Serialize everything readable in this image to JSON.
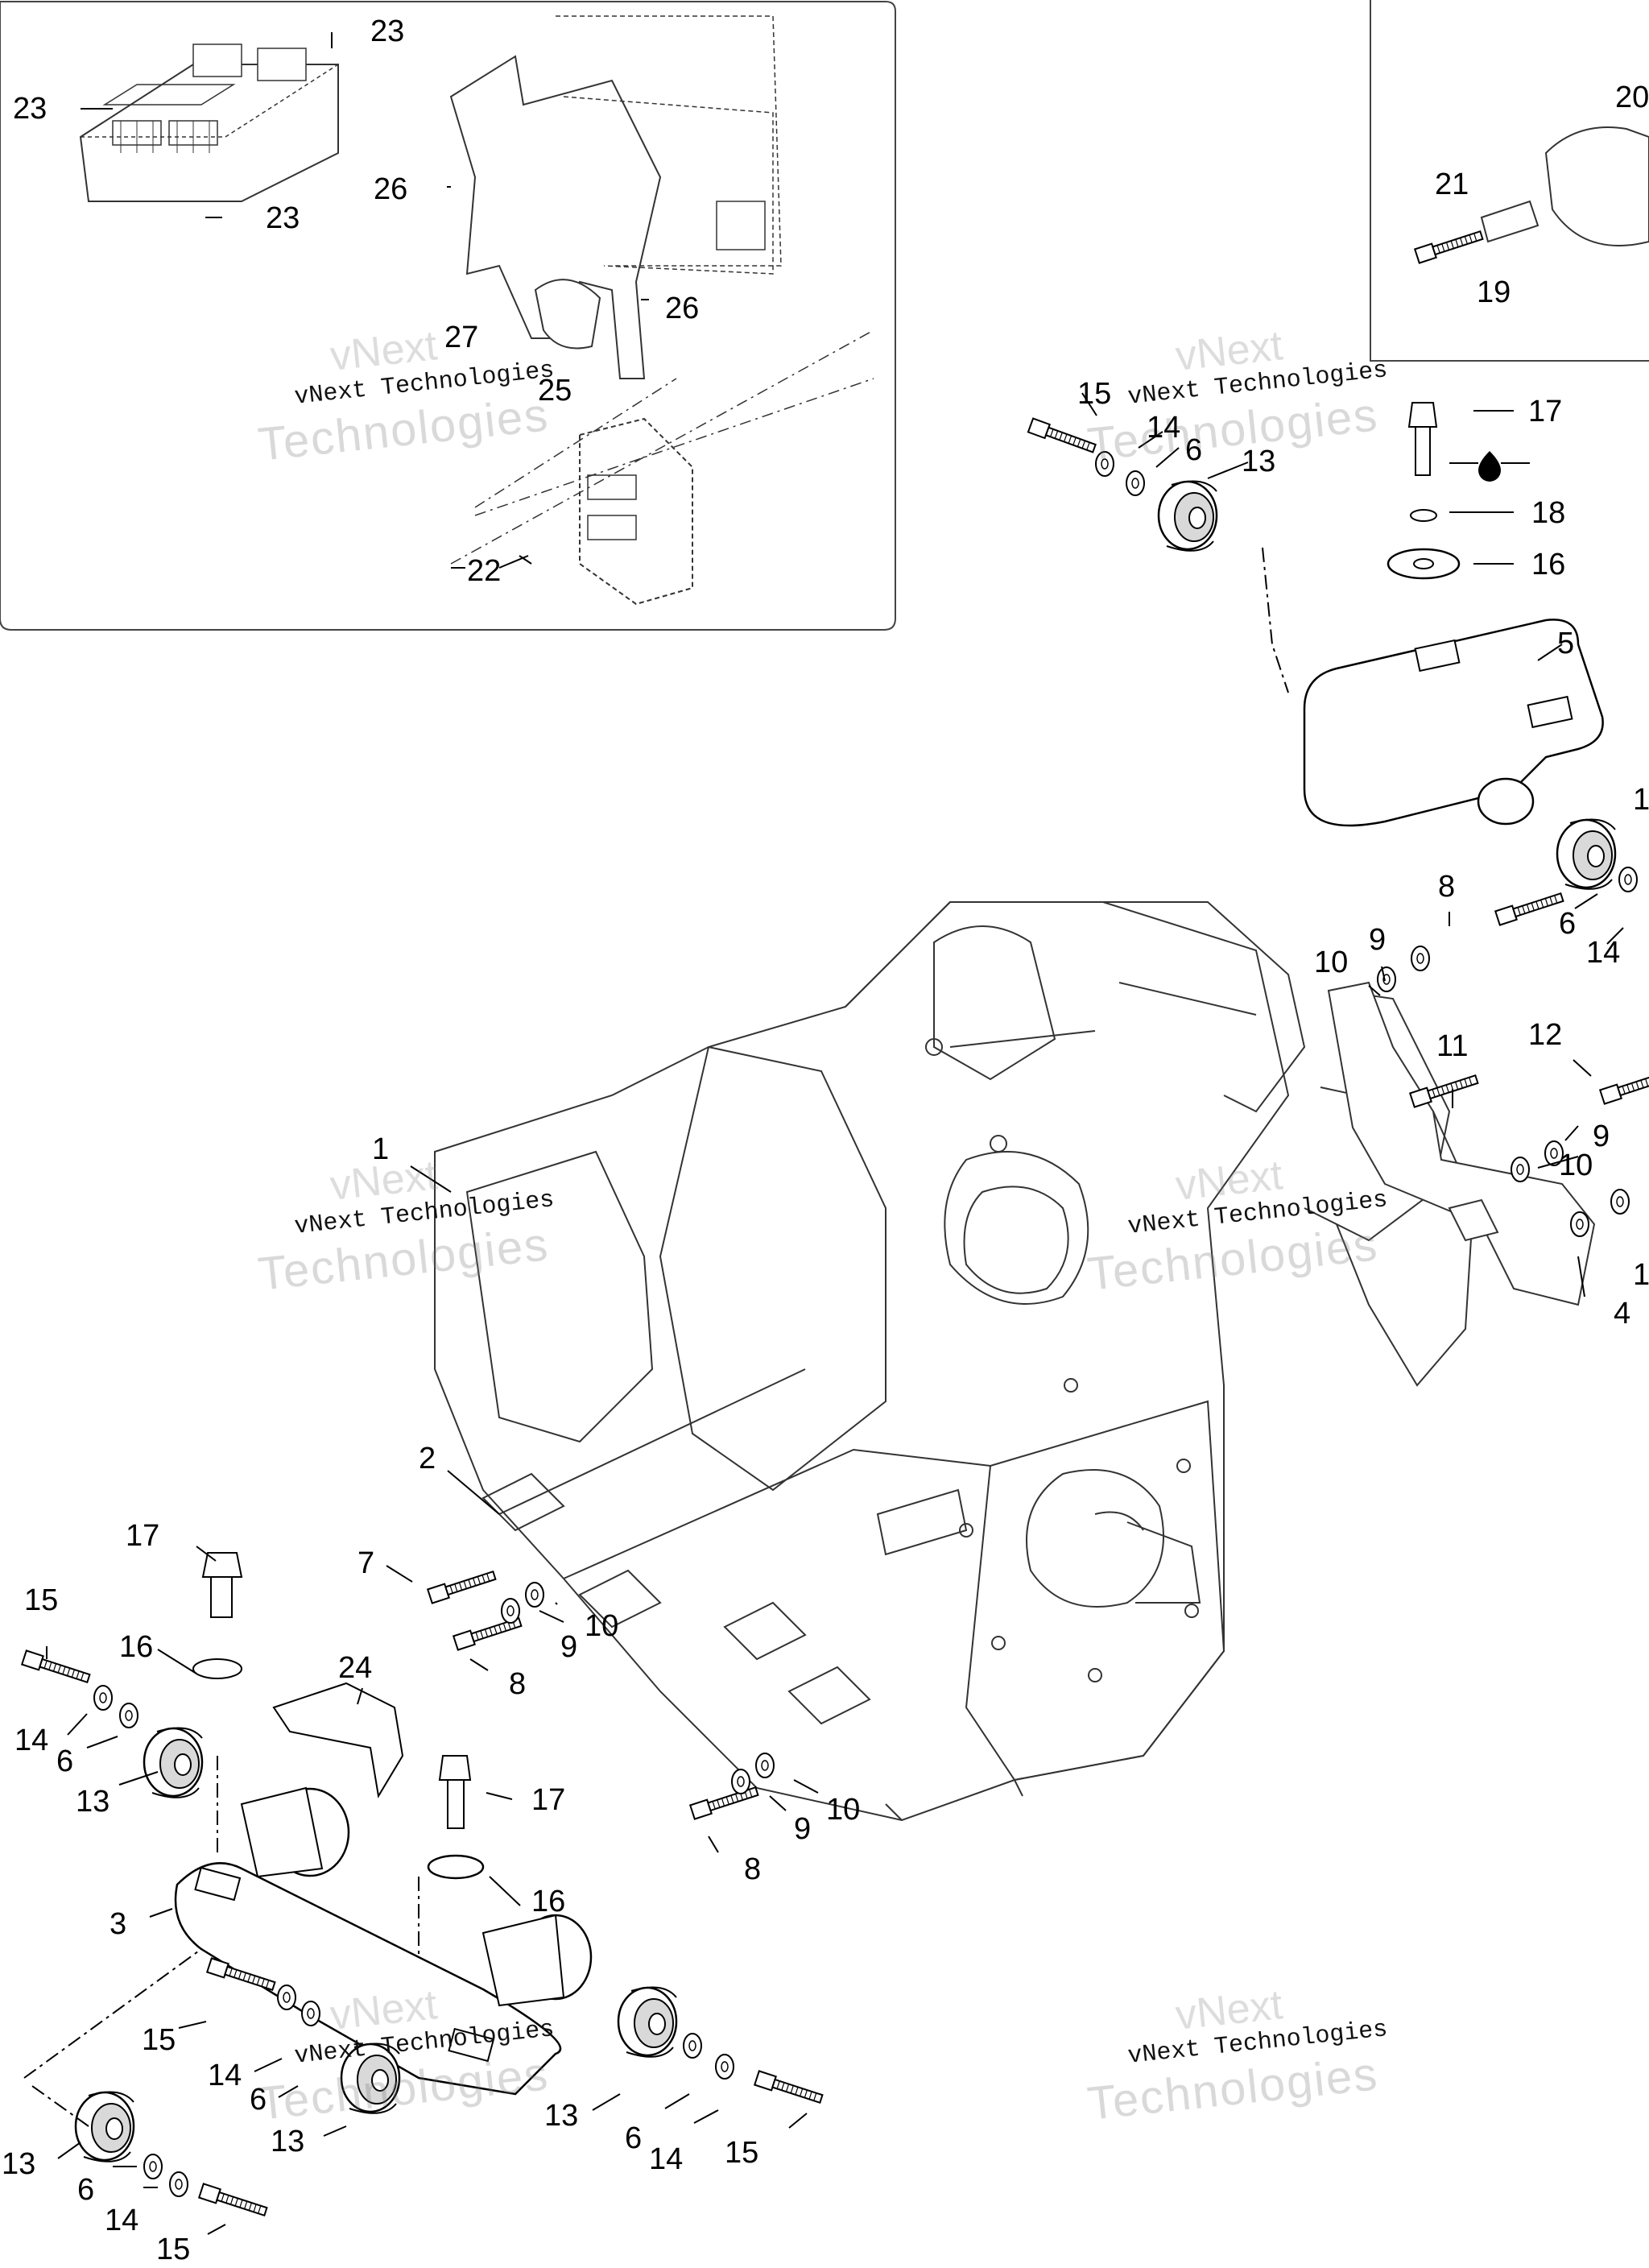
{
  "watermark": {
    "brand_top": "vNext",
    "brand_middle": "vNext Technologies",
    "brand_bottom": "Technologies"
  },
  "callouts": {
    "c23a": "23",
    "c23b": "23",
    "c23c": "23",
    "c26a": "26",
    "c26b": "26",
    "c27": "27",
    "c25": "25",
    "c22": "22",
    "c20": "20",
    "c21": "21",
    "c19": "19",
    "c15a": "15",
    "c14a": "14",
    "c6a": "6",
    "c13a": "13",
    "c17a": "17",
    "c18": "18",
    "c16a": "16",
    "c5": "5",
    "c1r": "1",
    "c8a": "8",
    "c9a": "9",
    "c10a": "10",
    "c6b": "6",
    "c14b": "14",
    "c11": "11",
    "c12": "12",
    "c9b": "9",
    "c10b": "10",
    "c1rb": "1",
    "c4": "4",
    "c1": "1",
    "c2": "2",
    "c7": "7",
    "c10c": "10",
    "c9c": "9",
    "c8b": "8",
    "c17b": "17",
    "c15b": "15",
    "c16b": "16",
    "c24": "24",
    "c14c": "14",
    "c6c": "6",
    "c13b": "13",
    "c17c": "17",
    "c10d": "10",
    "c9d": "9",
    "c8c": "8",
    "c3": "3",
    "c16c": "16",
    "c15c": "15",
    "c14d": "14",
    "c6d": "6",
    "c13c": "13",
    "c13d": "13",
    "c6e": "6",
    "c14e": "14",
    "c15d": "15",
    "c13e": "13",
    "c6f": "6",
    "c14f": "14",
    "c15e": "15"
  }
}
